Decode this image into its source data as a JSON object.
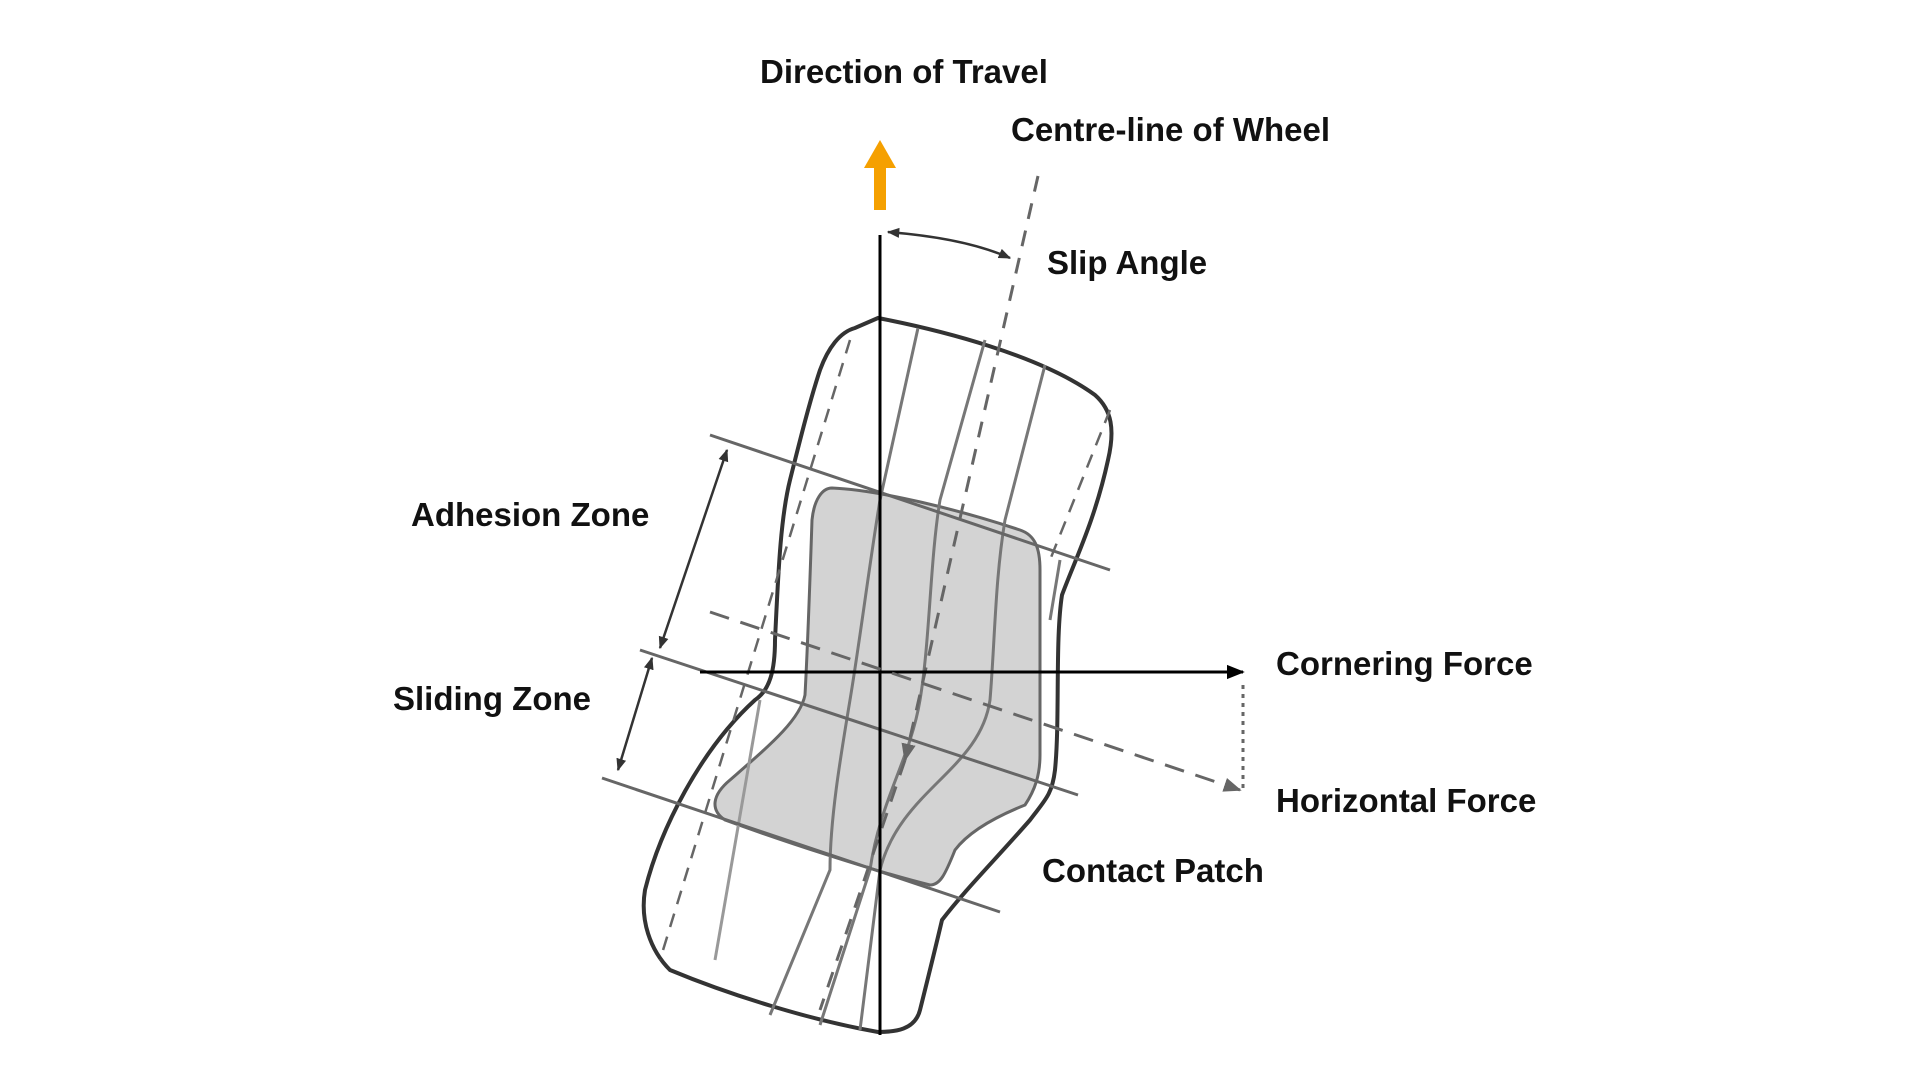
{
  "labels": {
    "direction_of_travel": "Direction of Travel",
    "centre_line": "Centre-line of Wheel",
    "slip_angle": "Slip Angle",
    "adhesion_zone": "Adhesion Zone",
    "sliding_zone": "Sliding Zone",
    "cornering_force": "Cornering Force",
    "horizontal_force": "Horizontal Force",
    "contact_patch": "Contact Patch"
  },
  "colors": {
    "travel_arrow": "#f5a000",
    "outline": "#333333",
    "patch_fill": "#d3d3d3",
    "axis": "#000000",
    "guide": "#666666"
  }
}
